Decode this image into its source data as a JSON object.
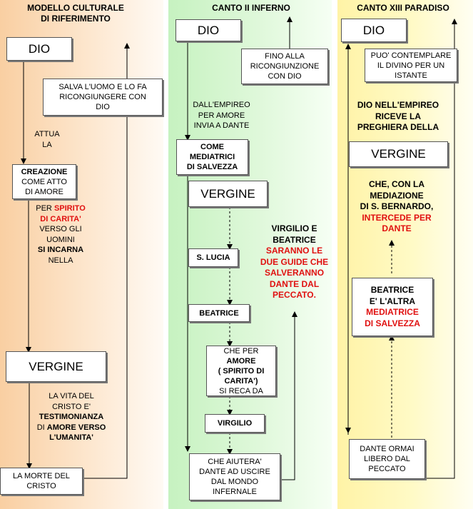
{
  "columns": {
    "c1": {
      "title_1": "MODELLO CULTURALE",
      "title_2": "DI RIFERIMENTO",
      "dio": "DIO",
      "salva_1": "SALVA L'UOMO E LO FA",
      "salva_2": "RICONGIUNGERE CON",
      "salva_3": "DIO",
      "attua_1": "ATTUA",
      "attua_2": "LA",
      "creazione_1": "CREAZIONE",
      "creazione_2": "COME ATTO",
      "creazione_3": "DI AMORE",
      "per_a": "PER ",
      "per_b": "SPIRITO",
      "di_carita": "DI CARITA'",
      "verso_gli": "VERSO GLI",
      "uomini": "UOMINI",
      "si_incarna": "SI INCARNA",
      "nella": "NELLA",
      "vergine": "VERGINE",
      "vita_1": "LA VITA DEL",
      "vita_2": "CRISTO E'",
      "vita_3": "TESTIMONIANZA",
      "vita_4a": "DI ",
      "vita_4b": "AMORE VERSO",
      "vita_5": "L'UMANITA'",
      "morte_1": "LA MORTE DEL",
      "morte_2": "CRISTO"
    },
    "c2": {
      "title": "CANTO II INFERNO",
      "dio": "DIO",
      "fino_1": "FINO ALLA",
      "fino_2": "RICONGIUNZIONE",
      "fino_3": "CON DIO",
      "empireo_1": "DALL'EMPIREO",
      "empireo_2": "PER AMORE",
      "empireo_3": "INVIA A DANTE",
      "come_1": "COME",
      "come_2": "MEDIATRICI",
      "come_3": "DI SALVEZZA",
      "vergine": "VERGINE",
      "lucia": "S. LUCIA",
      "beatrice": "BEATRICE",
      "cheper_1": "CHE PER",
      "cheper_2": "AMORE",
      "cheper_3": "( SPIRITO DI",
      "cheper_4": "CARITA')",
      "cheper_5": "SI RECA DA",
      "virgilio": "VIRGILIO",
      "aiutera_1": "CHE AIUTERA'",
      "aiutera_2": "DANTE AD USCIRE",
      "aiutera_3": "DAL MONDO",
      "aiutera_4": "INFERNALE",
      "guide_1": "VIRGILIO E",
      "guide_2": "BEATRICE",
      "guide_3": "SARANNO LE",
      "guide_4": "DUE GUIDE CHE",
      "guide_5": "SALVERANNO",
      "guide_6": "DANTE DAL",
      "guide_7": "PECCATO."
    },
    "c3": {
      "title": "CANTO XIII PARADISO",
      "dio": "DIO",
      "puo_1": "PUO' CONTEMPLARE",
      "puo_2": "IL DIVINO PER UN",
      "puo_3": "ISTANTE",
      "dio_emp_1": "DIO NELL'EMPIREO",
      "dio_emp_2": "RICEVE LA",
      "dio_emp_3": "PREGHIERA DELLA",
      "vergine": "VERGINE",
      "media_1": "CHE, CON LA",
      "media_2": "MEDIAZIONE",
      "media_3": "DI S. BERNARDO,",
      "media_4": "INTERCEDE PER",
      "media_5": "DANTE",
      "bea_1": "BEATRICE",
      "bea_2": "E' L'ALTRA",
      "bea_3": "MEDIATRICE",
      "bea_4": "DI SALVEZZA",
      "dante_1": "DANTE ORMAI",
      "dante_2": "LIBERO DAL",
      "dante_3": "PECCATO"
    }
  }
}
